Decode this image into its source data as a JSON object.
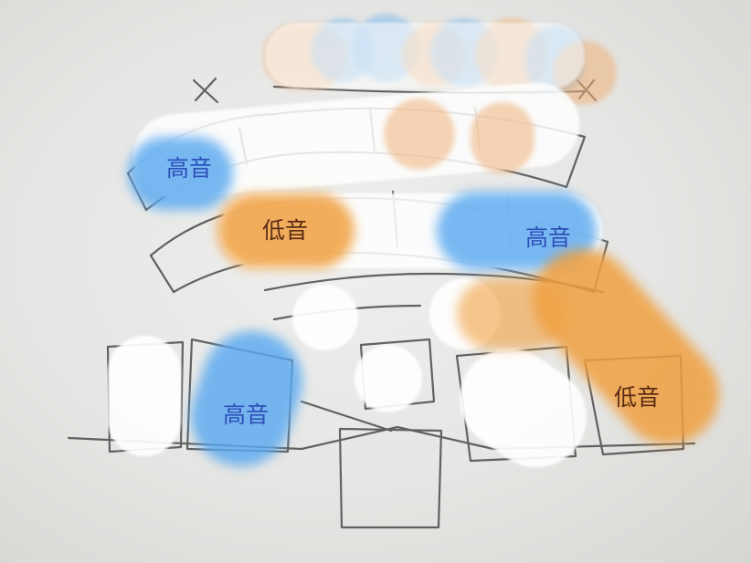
{
  "colors": {
    "high": "#2e4fb8",
    "low": "#5a2a14",
    "blue_highlight": "#5aa9f0",
    "orange_highlight": "#f0a040"
  },
  "labels": {
    "high_left": "高音",
    "low_left": "低音",
    "high_right": "高音",
    "high_bottom": "高音",
    "low_right": "低音"
  }
}
